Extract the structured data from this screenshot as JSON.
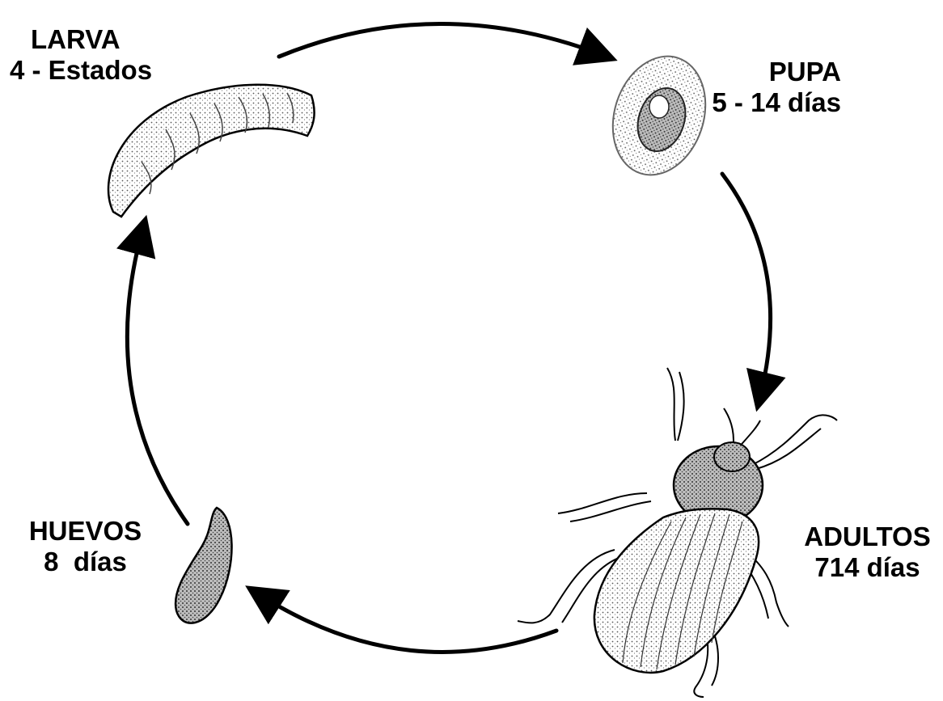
{
  "stages": {
    "larva": {
      "name": "LARVA",
      "duration": "4 - Estados"
    },
    "pupa": {
      "name": "PUPA",
      "duration": "5 - 14 días"
    },
    "adultos": {
      "name": "ADULTOS",
      "duration": "714 días"
    },
    "huevos": {
      "name": "HUEVOS",
      "duration": "8  días"
    }
  },
  "colors": {
    "ink": "#000000",
    "background": "#ffffff",
    "shade": "#8a8a8a"
  },
  "icons": [
    "larva-illustration",
    "pupa-illustration",
    "beetle-illustration",
    "egg-illustration",
    "cycle-arrow"
  ]
}
